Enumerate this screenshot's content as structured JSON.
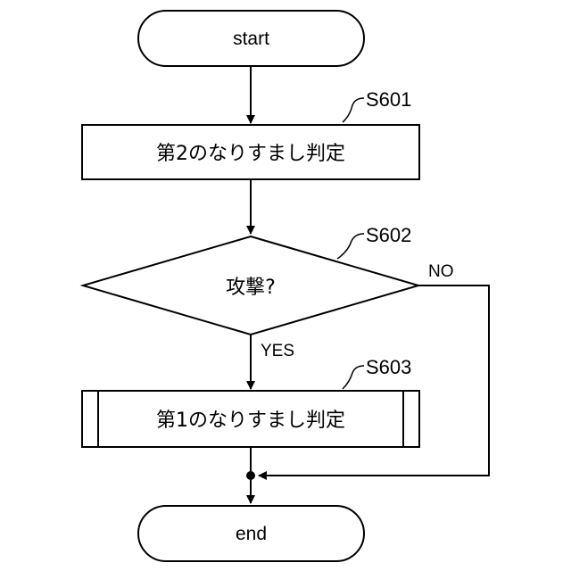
{
  "nodes": {
    "start": "start",
    "s601": "第2のなりすまし判定",
    "s602": "攻撃?",
    "s603": "第1のなりすまし判定",
    "end": "end"
  },
  "step_labels": {
    "s601": "S601",
    "s602": "S602",
    "s603": "S603"
  },
  "branches": {
    "no": "NO",
    "yes": "YES"
  }
}
